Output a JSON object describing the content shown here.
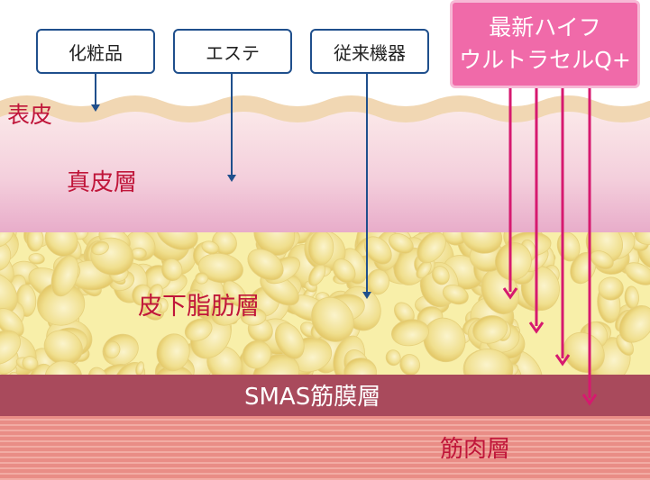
{
  "labels": {
    "cosmetics": "化粧品",
    "esthe": "エステ",
    "conventional": "従来機器",
    "hifu_line1": "最新ハイフ",
    "hifu_line2": "ウルトラセルQ+"
  },
  "layers": {
    "epidermis": "表皮",
    "dermis": "真皮層",
    "subcutaneous_fat": "皮下脂肪層",
    "smas": "SMAS筋膜層",
    "muscle": "筋肉層"
  },
  "colors": {
    "box_border": "#1f4f8c",
    "arrow_blue": "#1f4f8c",
    "arrow_pink": "#d6196f",
    "hifu_bg": "#f06aa9",
    "label_red": "#c0163a",
    "smas": "#a94a5c",
    "muscle": "#e98d86",
    "fat": "#f8efa9",
    "dermis_top": "#fbe4e4",
    "dermis_bottom": "#e9aecb",
    "epidermis": "#f1d7b3"
  }
}
